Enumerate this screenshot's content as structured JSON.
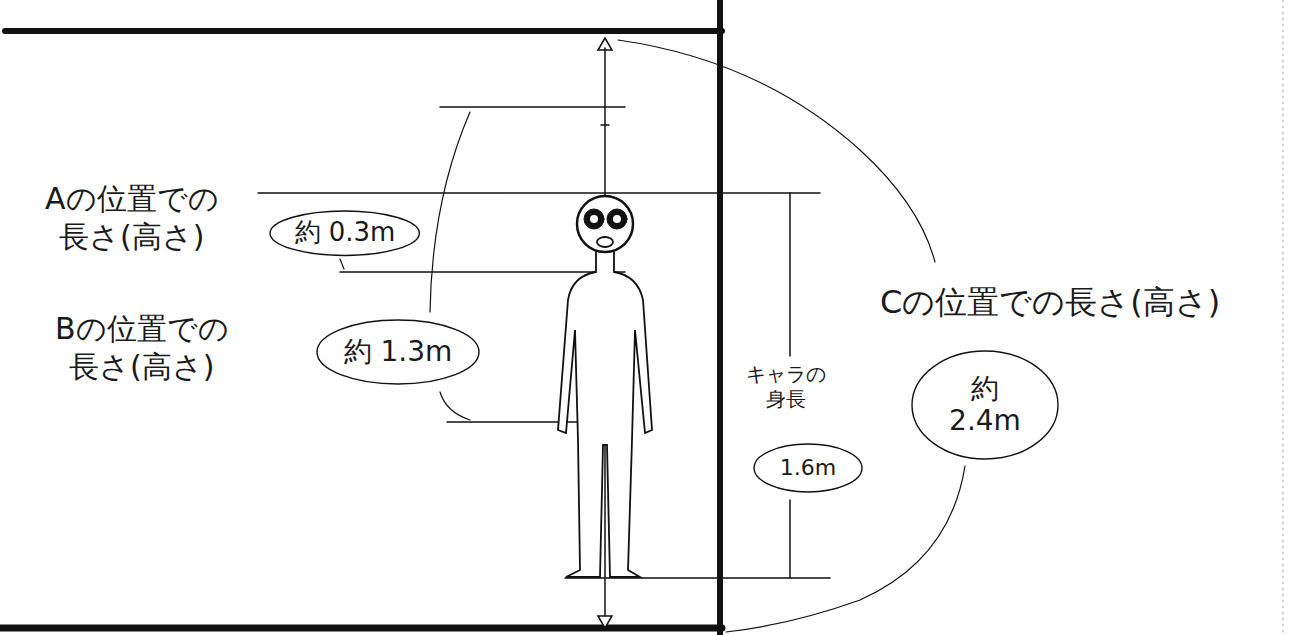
{
  "diagram": {
    "nodes": [
      {
        "text": [
          "約 0.3m"
        ]
      },
      {
        "text": [
          "約 1.3m"
        ]
      },
      {
        "text": [
          "約 2.4m"
        ]
      },
      {
        "text": [
          "1.6m"
        ]
      }
    ],
    "labels": [
      "Aの位置での 長さ(高さ)",
      "Bの位置での 長さ(高さ)",
      "Cの位置での長さ(高さ)",
      "キャラの 身長"
    ]
  }
}
